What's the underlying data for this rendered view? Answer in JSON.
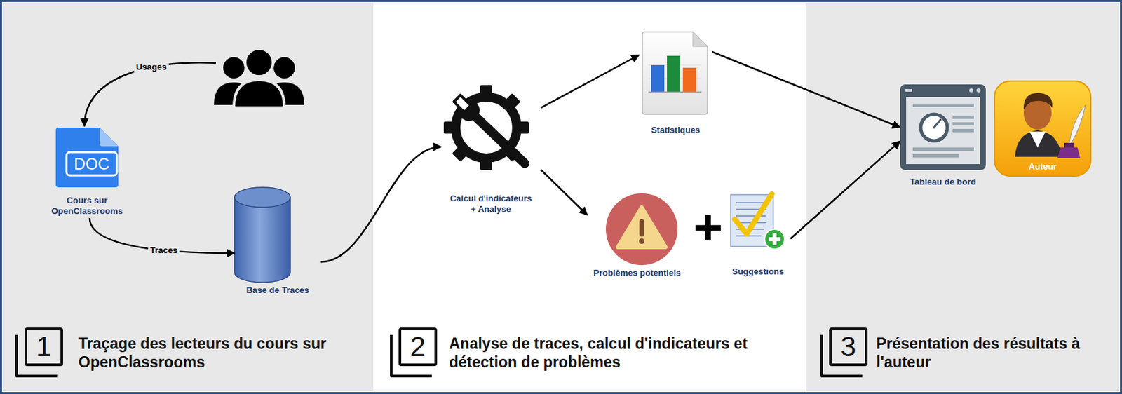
{
  "diagram": {
    "nodes": [
      {
        "text": [
          "1",
          "Traçage des lecteurs du cours sur OpenClassrooms"
        ]
      },
      {
        "text": [],
        "in": 0
      },
      {
        "text": [
          "DOC",
          "Cours sur OpenClassrooms"
        ],
        "in": 0
      },
      {
        "text": [
          "Base de Traces"
        ],
        "in": 0
      },
      {
        "text": [
          "2",
          "Analyse de traces, calcul d'indicateurs et détection de problèmes"
        ]
      },
      {
        "text": [
          "Calcul d'indicateurs + Analyse"
        ],
        "in": 4
      },
      {
        "text": [
          "Statistiques"
        ],
        "in": 4
      },
      {
        "text": [
          "Problèmes potentiels"
        ],
        "in": 4
      },
      {
        "text": [
          "Suggestions"
        ],
        "in": 4
      },
      {
        "text": [
          "3",
          "Présentation des résultats à l'auteur"
        ]
      },
      {
        "text": [
          "Tableau de bord"
        ],
        "in": 9
      },
      {
        "text": [
          "Auteur"
        ],
        "in": 9
      }
    ],
    "edges": [
      {
        "from": 1,
        "to": 2,
        "arrow": "to",
        "label": "Usages"
      },
      {
        "from": 2,
        "to": 3,
        "arrow": "to",
        "label": "Traces"
      },
      {
        "from": 3,
        "to": 5,
        "arrow": "to"
      },
      {
        "from": 5,
        "to": 6,
        "arrow": "to"
      },
      {
        "from": 5,
        "to": 7,
        "arrow": "to"
      },
      {
        "from": 6,
        "to": 10,
        "arrow": "to"
      },
      {
        "from": 8,
        "to": 10,
        "arrow": "to"
      }
    ],
    "labels": [
      "+"
    ]
  }
}
